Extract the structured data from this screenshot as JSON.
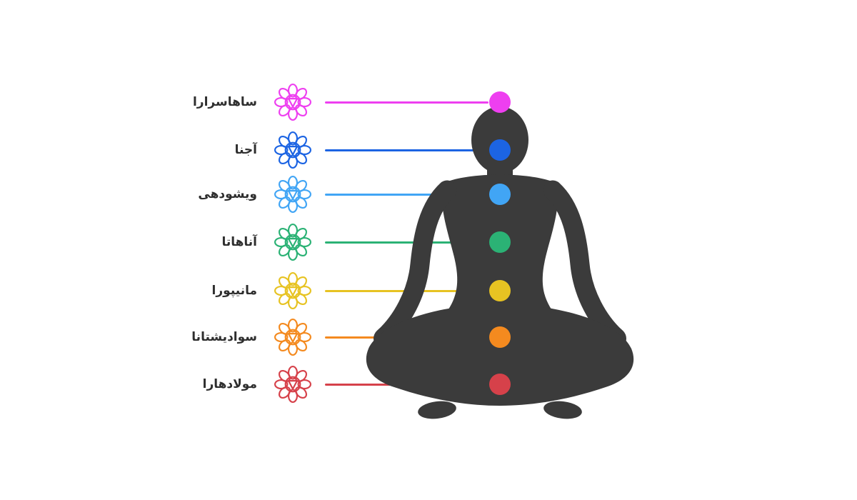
{
  "page": {
    "background": "#ffffff",
    "silhouette_color": "#3b3b3b",
    "description": "chakra-diagram"
  },
  "chakras": [
    {
      "name": "sahasrara",
      "label": "ساهاسرارا",
      "color": "#ee3ff0"
    },
    {
      "name": "ajna",
      "label": "آجنا",
      "color": "#1c64e3"
    },
    {
      "name": "vishuddhi",
      "label": "ویشودهی",
      "color": "#41a5f5"
    },
    {
      "name": "anahata",
      "label": "آناهاتا",
      "color": "#2bb275"
    },
    {
      "name": "manipura",
      "label": "مانیپورا",
      "color": "#e7c322"
    },
    {
      "name": "svadhisthana",
      "label": "سوادیشتانا",
      "color": "#f48a1f"
    },
    {
      "name": "muladhara",
      "label": "مولادهارا",
      "color": "#d6414a"
    }
  ]
}
